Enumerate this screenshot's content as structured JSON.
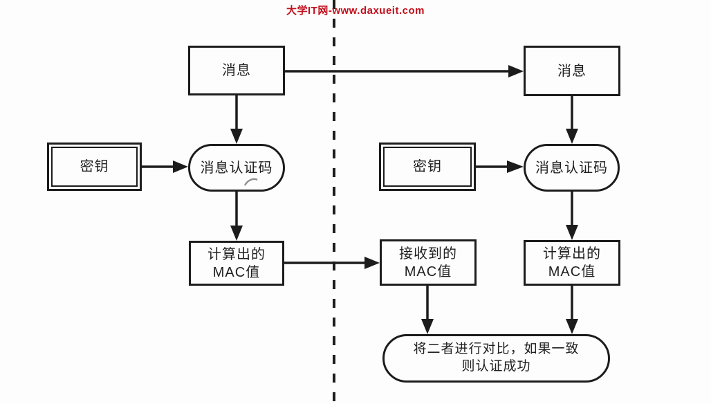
{
  "watermark": {
    "text": "大学IT网-www.daxueit.com",
    "color": "#c2101c"
  },
  "nodes": {
    "sender_message": "消息",
    "sender_key": "密钥",
    "sender_mac_function": "消息认证码",
    "sender_computed_mac": {
      "line1": "计算出的",
      "line2": "MAC值"
    },
    "received_mac": {
      "line1": "接收到的",
      "line2": "MAC值"
    },
    "receiver_message": "消息",
    "receiver_key": "密钥",
    "receiver_mac_function": "消息认证码",
    "receiver_computed_mac": {
      "line1": "计算出的",
      "line2": "MAC值"
    },
    "compare_result": {
      "line1": "将二者进行对比，如果一致",
      "line2": "则认证成功"
    }
  },
  "colors": {
    "stroke": "#1c1c1c",
    "background": "#fdfdfd",
    "smudge": "#8f8f8f"
  }
}
